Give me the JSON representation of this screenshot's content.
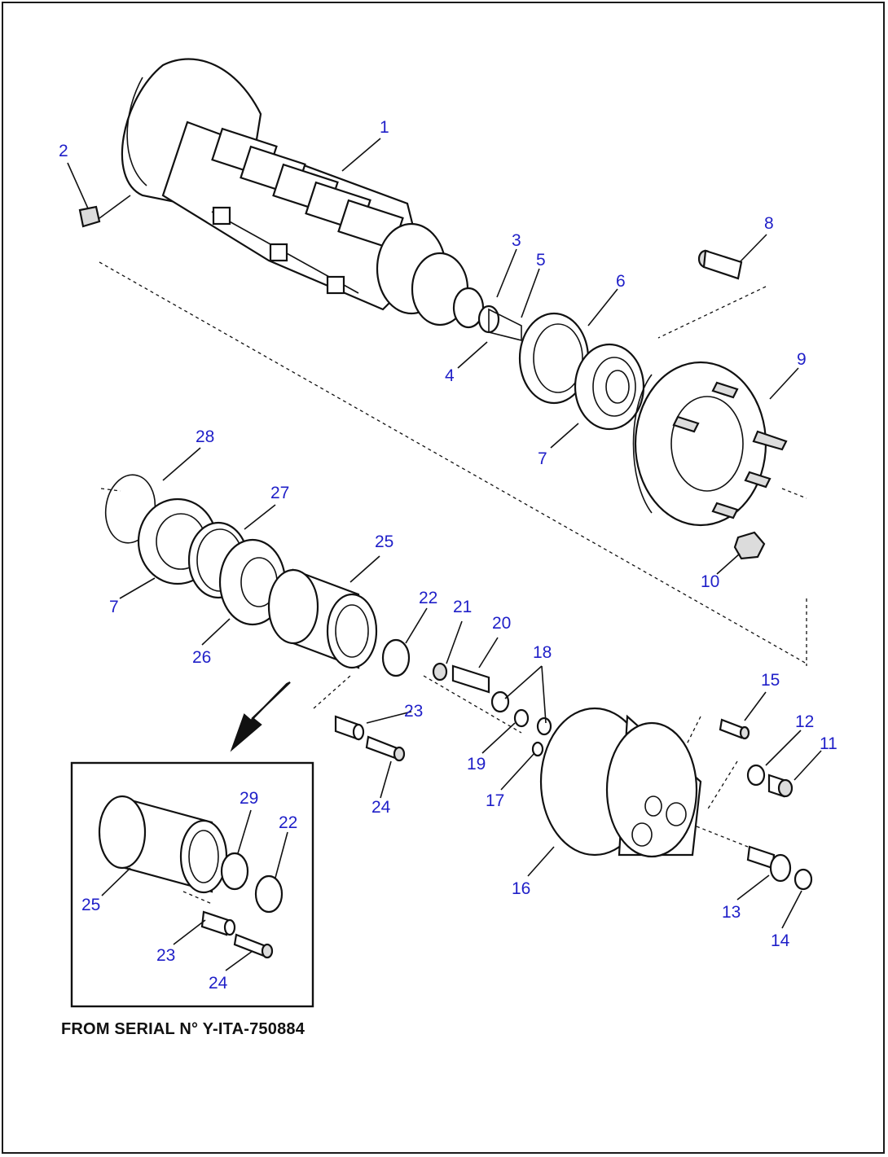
{
  "callouts": {
    "c1": "1",
    "c2": "2",
    "c3": "3",
    "c4": "4",
    "c5": "5",
    "c6": "6",
    "c7a": "7",
    "c7b": "7",
    "c8": "8",
    "c9": "9",
    "c10": "10",
    "c11": "11",
    "c12": "12",
    "c13": "13",
    "c14": "14",
    "c15": "15",
    "c16": "16",
    "c17": "17",
    "c18": "18",
    "c19": "19",
    "c20": "20",
    "c21": "21",
    "c22": "22",
    "c23": "23",
    "c24": "24",
    "c25": "25",
    "c26": "26",
    "c27": "27",
    "c28": "28",
    "i22": "22",
    "i23": "23",
    "i24": "24",
    "i25": "25",
    "i29": "29"
  },
  "note": {
    "serial": "FROM SERIAL N° Y-ITA-750884"
  },
  "colors": {
    "callout": "#1f1fc8",
    "line": "#111111"
  }
}
